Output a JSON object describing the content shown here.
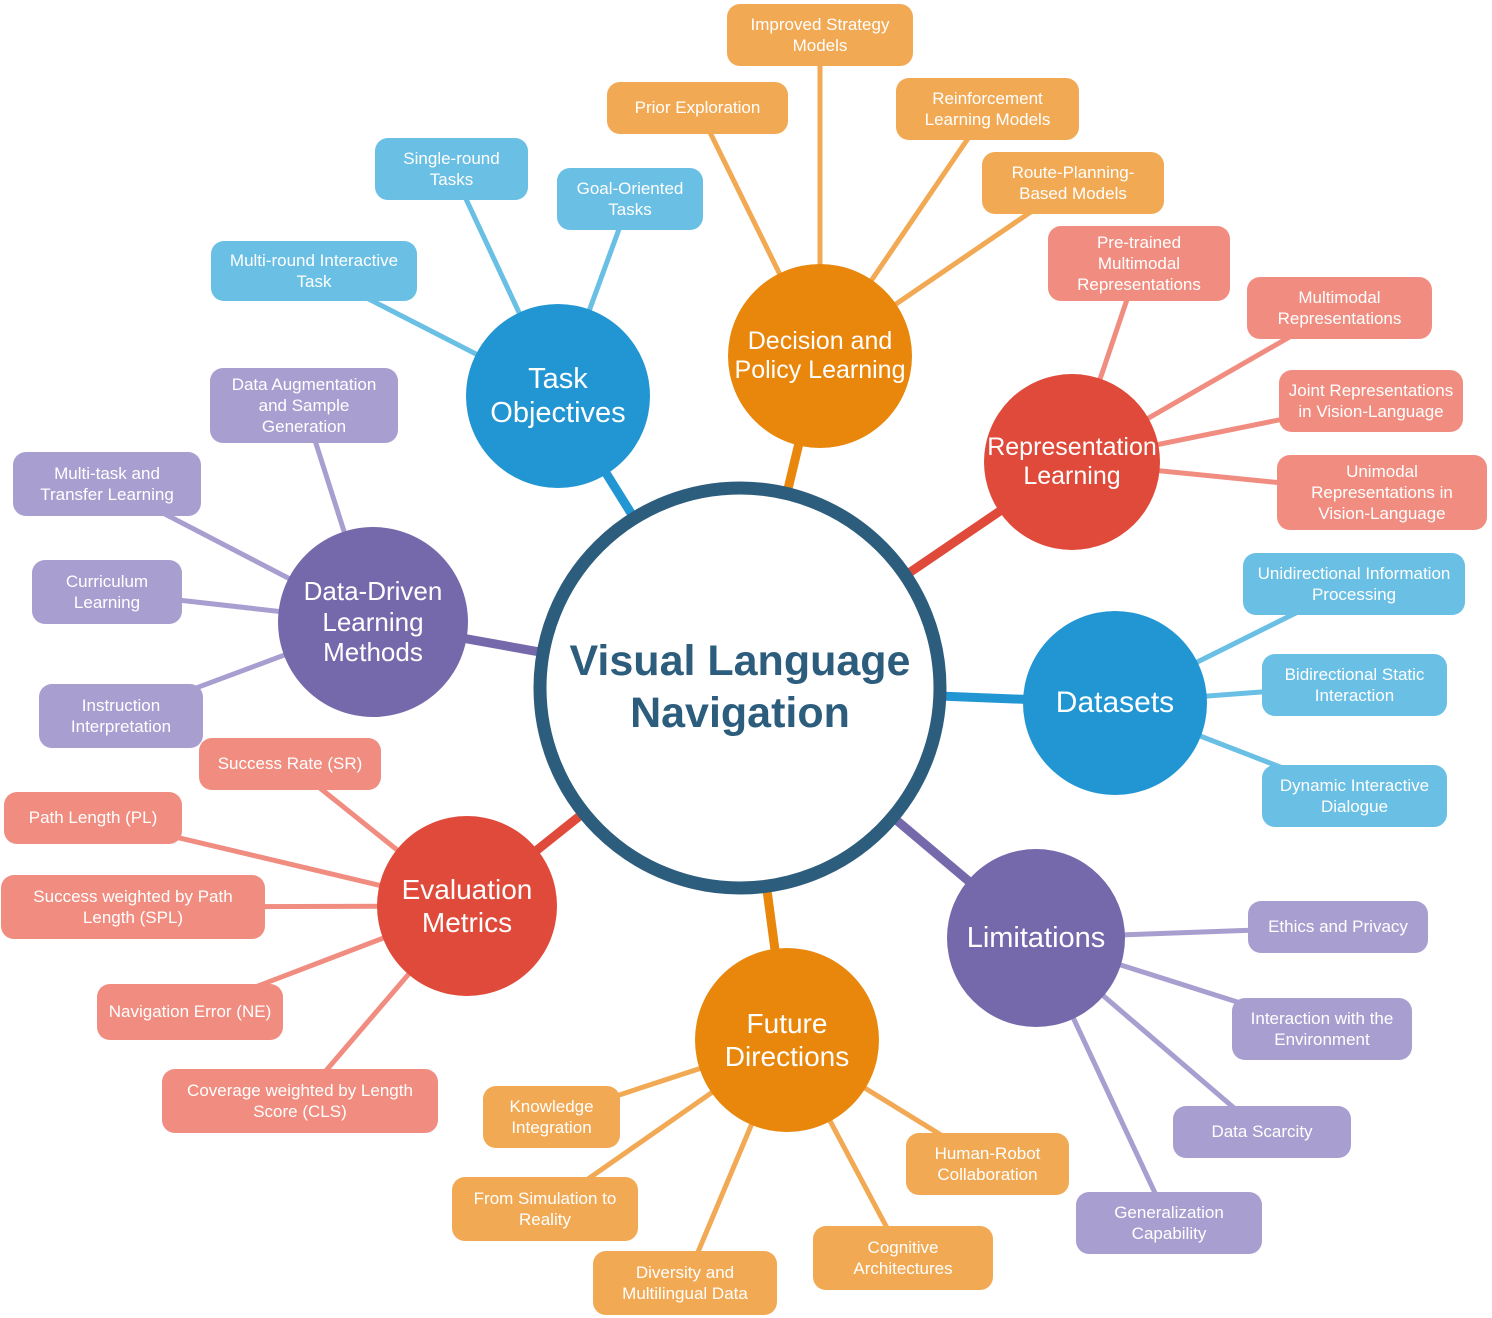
{
  "title": "Visual Language\nNavigation",
  "palette": {
    "background": "#ffffff",
    "center_border": "#2d5d7d",
    "center_text": "#2d5d7d",
    "blue": "#2196d3",
    "light_blue": "#69bfe4",
    "orange": "#e8870c",
    "light_orange": "#f2a954",
    "red": "#e04a3a",
    "salmon": "#f08d80",
    "purple": "#7669ab",
    "light_purple": "#a89fd0"
  },
  "branches": [
    {
      "id": "task-objectives",
      "label": "Task\nObjectives",
      "color": "#2196d3",
      "leaf_color": "#69bfe4",
      "leaves": [
        "Single-round\nTasks",
        "Goal-Oriented\nTasks",
        "Multi-round Interactive\nTask"
      ]
    },
    {
      "id": "decision-and-policy-learning",
      "label": "Decision and\nPolicy Learning",
      "color": "#e8870c",
      "leaf_color": "#f2a954",
      "leaves": [
        "Improved Strategy\nModels",
        "Prior Exploration",
        "Reinforcement\nLearning Models",
        "Route-Planning-\nBased Models"
      ]
    },
    {
      "id": "representation-learning",
      "label": "Representation\nLearning",
      "color": "#e04a3a",
      "leaf_color": "#f08d80",
      "leaves": [
        "Pre-trained\nMultimodal\nRepresentations",
        "Multimodal\nRepresentations",
        "Joint Representations\nin Vision-Language",
        "Unimodal\nRepresentations in\nVision-Language"
      ]
    },
    {
      "id": "datasets",
      "label": "Datasets",
      "color": "#2196d3",
      "leaf_color": "#69bfe4",
      "leaves": [
        "Unidirectional Information\nProcessing",
        "Bidirectional Static\nInteraction",
        "Dynamic Interactive\nDialogue"
      ]
    },
    {
      "id": "limitations",
      "label": "Limitations",
      "color": "#7669ab",
      "leaf_color": "#a89fd0",
      "leaves": [
        "Ethics and Privacy",
        "Interaction with the\nEnvironment",
        "Data Scarcity",
        "Generalization\nCapability"
      ]
    },
    {
      "id": "future-directions",
      "label": "Future\nDirections",
      "color": "#e8870c",
      "leaf_color": "#f2a954",
      "leaves": [
        "Knowledge\nIntegration",
        "From Simulation to\nReality",
        "Diversity and\nMultilingual Data",
        "Cognitive\nArchitectures",
        "Human-Robot\nCollaboration"
      ]
    },
    {
      "id": "evaluation-metrics",
      "label": "Evaluation\nMetrics",
      "color": "#e04a3a",
      "leaf_color": "#f08d80",
      "leaves": [
        "Success Rate (SR)",
        "Path Length (PL)",
        "Success weighted by Path\nLength (SPL)",
        "Navigation Error (NE)",
        "Coverage weighted by Length\nScore (CLS)"
      ]
    },
    {
      "id": "data-driven-learning-methods",
      "label": "Data-Driven\nLearning\nMethods",
      "color": "#7669ab",
      "leaf_color": "#a89fd0",
      "leaves": [
        "Data Augmentation\nand Sample\nGeneration",
        "Multi-task and\nTransfer Learning",
        "Curriculum\nLearning",
        "Instruction\nInterpretation"
      ]
    }
  ]
}
